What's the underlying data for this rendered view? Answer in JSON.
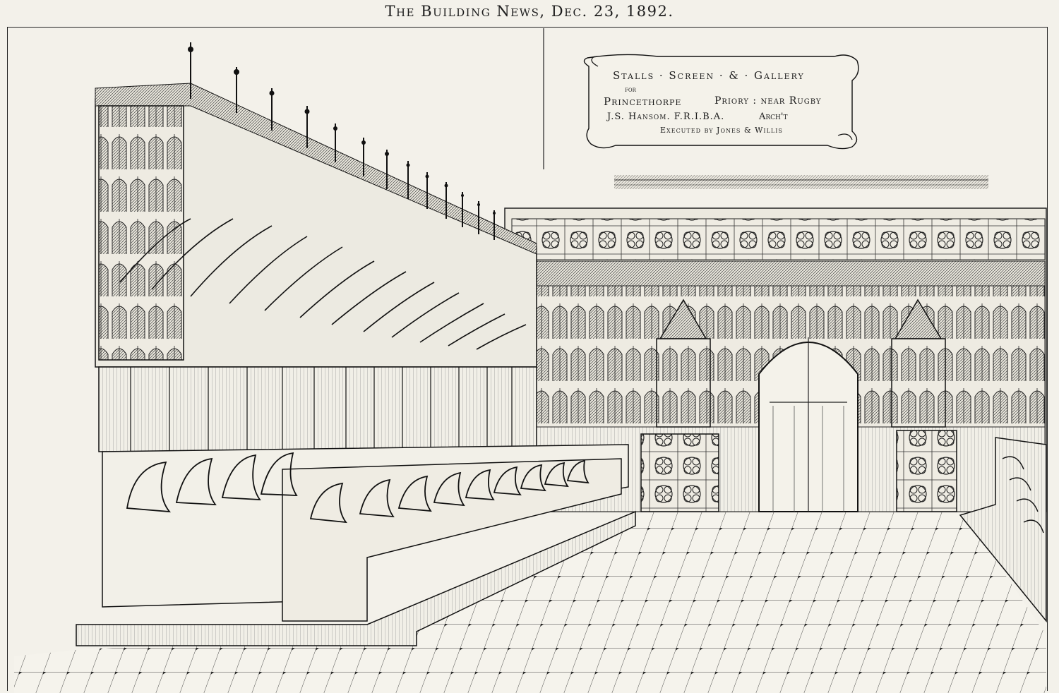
{
  "header": {
    "masthead": "The Building News, Dec. 23, 1892."
  },
  "title_scroll": {
    "line1": "Stalls · Screen · & · Gallery",
    "line2": "for",
    "line3a": "Princethorpe",
    "line3b": "Priory : near Rugby",
    "line4a": "J.S. Hansom. F.R.I.B.A.",
    "line4b": "Arch't",
    "line5": "Executed by  Jones & Willis"
  },
  "colors": {
    "paper": "#f3f1ea",
    "ink": "#1c1c1c"
  }
}
